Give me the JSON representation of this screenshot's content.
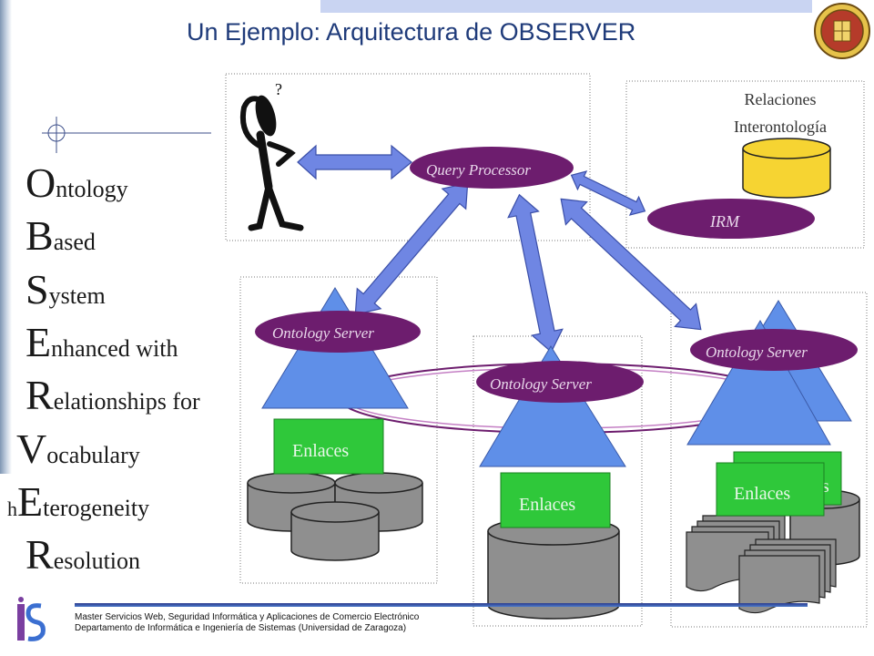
{
  "slide": {
    "title": "Un Ejemplo: Arquitectura de OBSERVER",
    "acronym": [
      {
        "prefix": "",
        "big": "O",
        "rest": "ntology"
      },
      {
        "prefix": "",
        "big": "B",
        "rest": "ased"
      },
      {
        "prefix": "",
        "big": "S",
        "rest": "ystem"
      },
      {
        "prefix": "",
        "big": "E",
        "rest": "nhanced with"
      },
      {
        "prefix": "",
        "big": "R",
        "rest": "elationships for"
      },
      {
        "prefix": "",
        "big": "V",
        "rest": "ocabulary"
      },
      {
        "prefix": "h",
        "big": "E",
        "rest": "terogeneity"
      },
      {
        "prefix": "",
        "big": "R",
        "rest": "esolution"
      }
    ],
    "footer": {
      "line1": "Master Servicios Web, Seguridad Informática y Aplicaciones de Comercio Electrónico",
      "line2": "Departamento de Informática e Ingeniería de Sistemas (Universidad de Zaragoza)"
    }
  },
  "diagram": {
    "question_mark": "?",
    "query_processor": "Query Processor",
    "relaciones_line1": "Relaciones",
    "relaciones_line2": "Interontología",
    "irm": "IRM",
    "ontology_server": "Ontology Server",
    "enlaces": "Enlaces",
    "enlaces_hidden_fragment": "s"
  },
  "colors": {
    "title": "#1f3b7a",
    "arrow": "#6f86e3",
    "ellipse": "#6d1d6e",
    "triangle": "#5f8fe8",
    "enlaces": "#2fc83a",
    "cylinder_yellow": "#f6d432",
    "disk_gray": "#8f8f8f"
  }
}
